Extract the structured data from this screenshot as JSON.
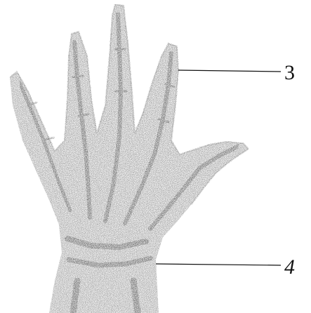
{
  "figure": {
    "subject": "hand-skeleton-sketch",
    "callouts": [
      {
        "id": "callout-3",
        "label": "3"
      },
      {
        "id": "callout-4",
        "label": "4"
      }
    ]
  },
  "colors": {
    "background": "#ffffff",
    "ink": "#111111",
    "stipple_light": "#bdbdbd",
    "stipple_mid": "#8c8c8c",
    "stipple_dark": "#3a3a3a"
  }
}
